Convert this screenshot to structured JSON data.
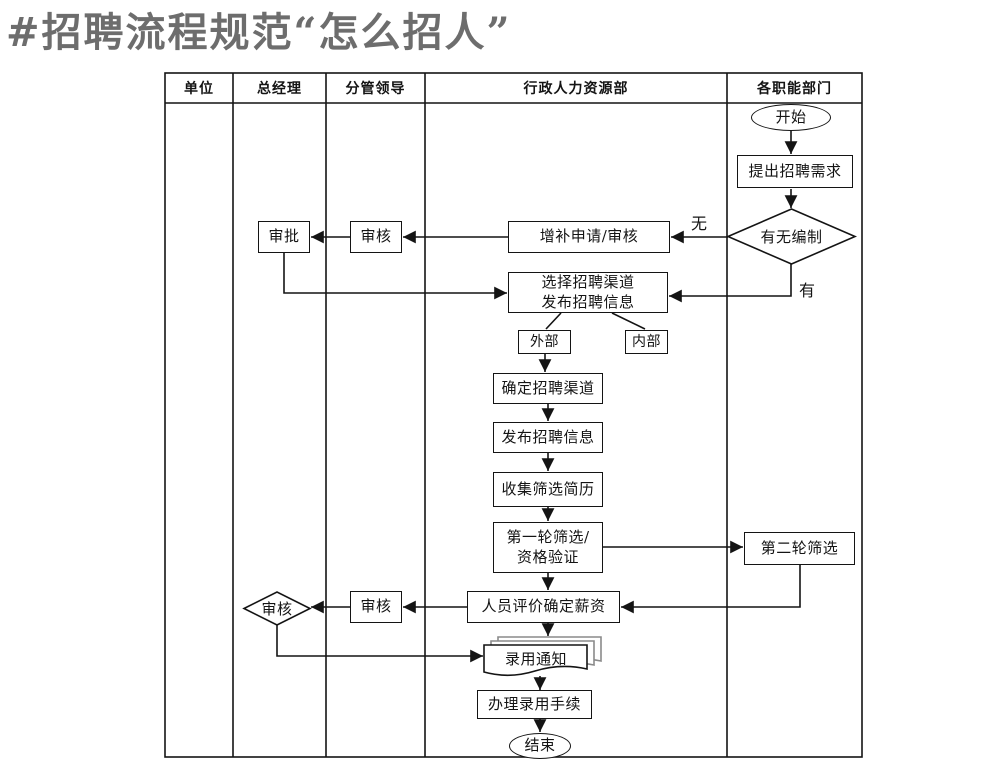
{
  "title": "#招聘流程规范“怎么招人”",
  "swimlanes": {
    "headers": [
      "单位",
      "总经理",
      "分管领导",
      "行政人力资源部",
      "各职能部门"
    ]
  },
  "nodes": {
    "start": "开始",
    "need": "提出招聘需求",
    "has_quota": "有无编制",
    "add_request": "增补申请/审核",
    "review_top": "审核",
    "approve": "审批",
    "channel": "选择招聘渠道\n发布招聘信息",
    "external": "外部",
    "internal": "内部",
    "determine": "确定招聘渠道",
    "publish": "发布招聘信息",
    "collect": "收集筛选简历",
    "round1": "第一轮筛选/\n资格验证",
    "round2": "第二轮筛选",
    "evaluate": "人员评价确定薪资",
    "review_mid": "审核",
    "review_diamond": "审核",
    "notice": "录用通知",
    "procedure": "办理录用手续",
    "end": "结束"
  },
  "edge_labels": {
    "no": "无",
    "yes": "有"
  },
  "colors": {
    "line": "#141414",
    "title": "#6d6d6d",
    "doc_back_stroke": "#8a8a8a"
  }
}
